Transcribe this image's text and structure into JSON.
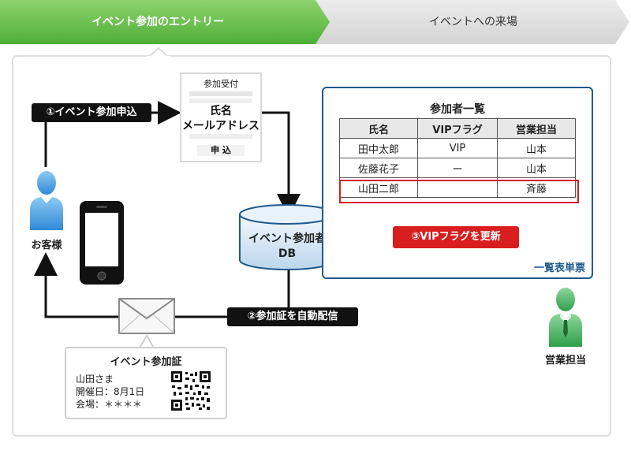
{
  "tabs": [
    {
      "label": "イベント参加のエントリー",
      "active": true
    },
    {
      "label": "イベントへの来場",
      "active": false
    }
  ],
  "steps": {
    "step1": "①イベント参加申込",
    "step2": "②参加証を自動配信",
    "step3": "③VIPフラグを更新"
  },
  "form": {
    "title": "参加受付",
    "field_name": "氏名",
    "field_mail": "メールアドレス",
    "submit": "申 込"
  },
  "database": {
    "line1": "イベント参加者",
    "line2": "DB"
  },
  "customer": {
    "label": "お客様"
  },
  "sales": {
    "label": "営業担当"
  },
  "participant_list": {
    "title": "参加者一覧",
    "columns": [
      "氏名",
      "VIPフラグ",
      "営業担当"
    ],
    "rows": [
      [
        "田中太郎",
        "VIP",
        "山本"
      ],
      [
        "佐藤花子",
        "ー",
        "山本"
      ],
      [
        "山田二郎",
        "",
        "斉藤"
      ]
    ],
    "caption": "一覧表単票"
  },
  "ticket": {
    "title": "イベント参加証",
    "line1": "山田さま",
    "line2": "開催日：8月1日",
    "line3": "会場：＊＊＊＊"
  },
  "colors": {
    "tab_active": "#5cb85c",
    "tab_inactive": "#dcdcdc",
    "panel_border": "#1e5a8c",
    "highlight": "#d81e1e",
    "customer": "#3a9ee0",
    "sales": "#3aae5a"
  },
  "icons": {
    "customer": "person-icon",
    "sales": "businessperson-icon",
    "phone": "smartphone-icon",
    "mail": "envelope-icon",
    "database": "database-icon",
    "qr": "qr-code-icon"
  }
}
